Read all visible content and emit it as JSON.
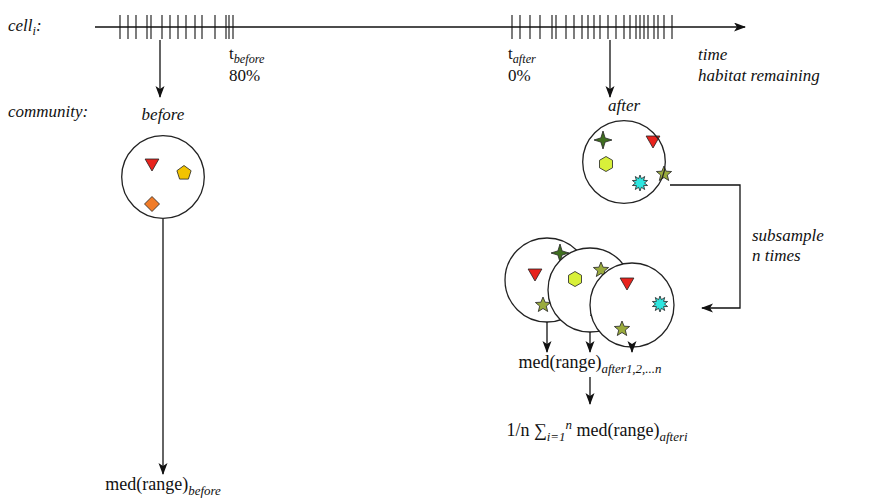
{
  "diagram": {
    "nodes": [
      {
        "text": [
          "before"
        ]
      },
      {
        "text": [
          "after"
        ]
      }
    ],
    "labels": [
      "celli:",
      "tbefore",
      "80%",
      "tafter",
      "0%",
      "time",
      "habitat remaining",
      "community:",
      "subsample n times",
      "med(range)after1,2,...n",
      "med(range)before",
      "1/n ∑i=1n med(range)afteri"
    ]
  }
}
